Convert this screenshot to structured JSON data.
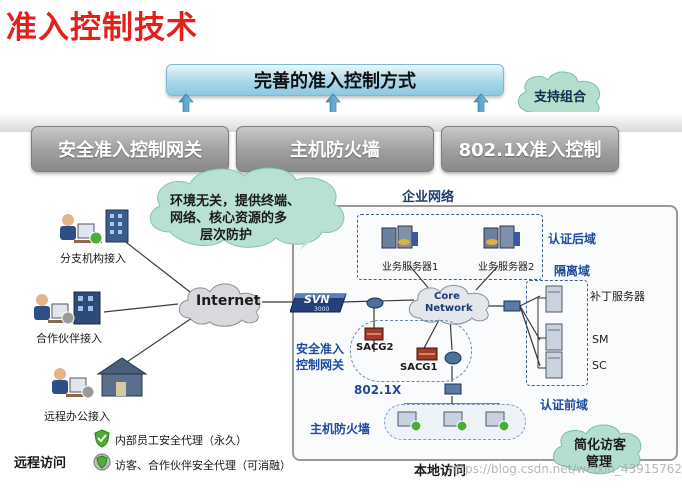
{
  "title": "准入控制技术",
  "top_bar": "完善的准入控制方式",
  "support_bubble": "支持组合",
  "options": [
    "安全准入控制网关",
    "主机防火墙",
    "802.1X准入控制"
  ],
  "env_bubble": [
    "环境无关，提供终端、",
    "网络、核心资源的多",
    "层次防护"
  ],
  "enterprise_network": "企业网络",
  "remote": {
    "branch": "分支机构接入",
    "partner": "合作伙伴接入",
    "home": "远程办公接入",
    "area_label": "远程访问"
  },
  "internet": "Internet",
  "svn": "SVN",
  "svn_model": "3000",
  "core_network": [
    "Core",
    "Network"
  ],
  "servers": {
    "s1": "业务服务器1",
    "s2": "业务服务器2"
  },
  "domains": {
    "post_auth": "认证后域",
    "isolation": "隔离域",
    "pre_auth": "认证前域"
  },
  "patch_server": "补丁服务器",
  "sm": "SM",
  "sc": "SC",
  "sacg2": "SACG2",
  "sacg1": "SACG1",
  "gateway_label": [
    "安全准入",
    "控制网关"
  ],
  "dot1x": "802.1X",
  "host_fw": "主机防火墙",
  "legend": {
    "employee": "内部员工安全代理（永久）",
    "visitor": "访客、合作伙伴安全代理（可消融）"
  },
  "local_access": "本地访问",
  "simplify_bubble": [
    "简化访客",
    "管理"
  ],
  "watermark": "https://blog.csdn.net/weixin_43915762",
  "colors": {
    "title": "#e3201a",
    "accent_blue": "#1d4a9e",
    "shield_green": "#4caf32"
  }
}
